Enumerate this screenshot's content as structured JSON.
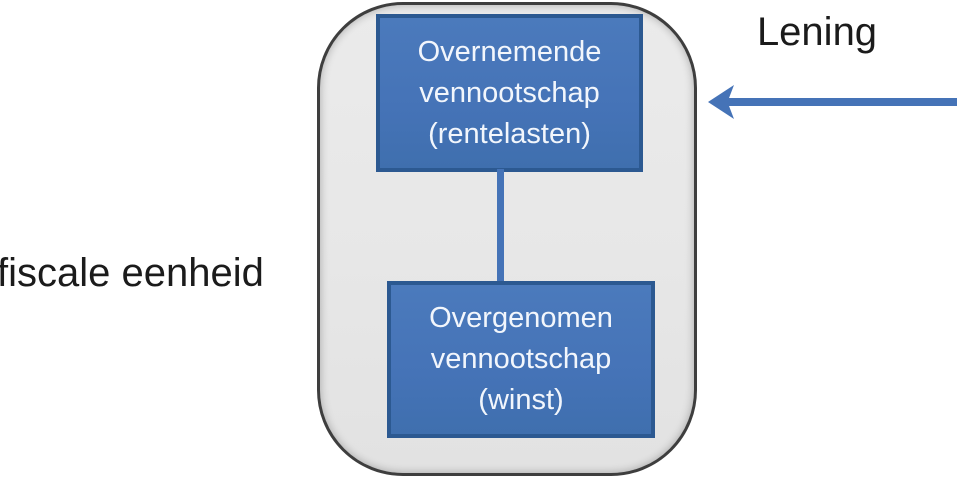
{
  "diagram": {
    "outside_labels": {
      "fiscal_unit": "fiscale eenheid",
      "loan": "Lening"
    },
    "fiscal_unit_group": {
      "acquiring_box": {
        "line1": "Overnemende",
        "line2": "vennootschap",
        "line3": "(rentelasten)"
      },
      "acquired_box": {
        "line1": "Overgenomen",
        "line2": "vennootschap",
        "line3": "(winst)"
      }
    },
    "icons": {
      "loan_arrow": "arrow-left"
    },
    "colors": {
      "box_fill": "#4573b7",
      "box_border": "#2c5991",
      "box_text": "#f2f6fc",
      "arrow_blue": "#4573b7",
      "unit_fill": "#e8e8e8",
      "unit_border": "#3e3e3e",
      "label_text": "#1b1b1b"
    }
  }
}
